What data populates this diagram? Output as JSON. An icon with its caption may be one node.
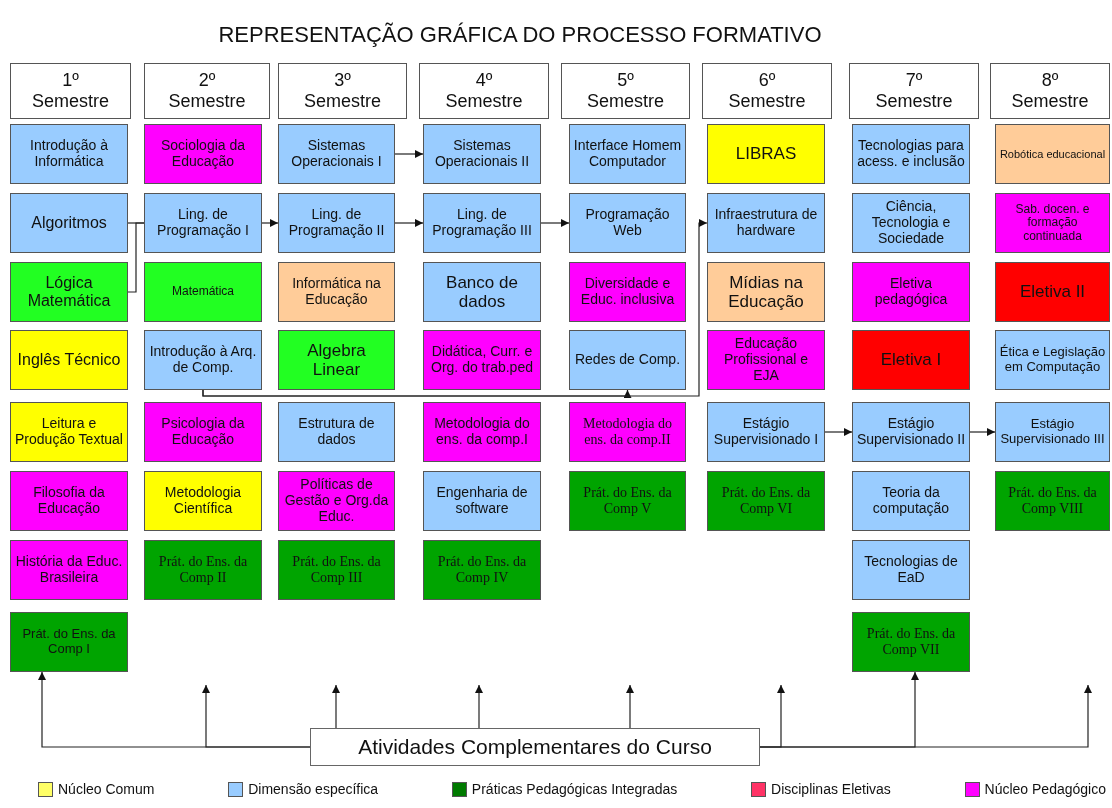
{
  "diagram": {
    "title": "REPRESENTAÇÃO GRÁFICA DO PROCESSO FORMATIVO",
    "nodes": [
      {
        "text": [
          "1º Semestre"
        ]
      },
      {
        "text": [
          "Introdução à Informática"
        ]
      },
      {
        "text": [
          "Algoritmos"
        ]
      },
      {
        "text": [
          "Lógica Matemática"
        ]
      },
      {
        "text": [
          "Inglês Técnico"
        ]
      },
      {
        "text": [
          "Leitura e Produção Textual"
        ]
      },
      {
        "text": [
          "Filosofia da Educação"
        ]
      },
      {
        "text": [
          "História da Educ. Brasileira"
        ]
      },
      {
        "text": [
          "Prát. do Ens. da Comp I"
        ]
      },
      {
        "text": [
          "2º Semestre"
        ]
      },
      {
        "text": [
          "Sociologia da Educação"
        ]
      },
      {
        "text": [
          "Ling. de Programação I"
        ]
      },
      {
        "text": [
          "Matemática"
        ]
      },
      {
        "text": [
          "Introdução à Arq. de Comp."
        ]
      },
      {
        "text": [
          "Psicologia da Educação"
        ]
      },
      {
        "text": [
          "Metodologia Científica"
        ]
      },
      {
        "text": [
          "Prát. do Ens. da Comp II"
        ]
      },
      {
        "text": [
          "3º Semestre"
        ]
      },
      {
        "text": [
          "Sistemas Operacionais I"
        ]
      },
      {
        "text": [
          "Ling. de Programação II"
        ]
      },
      {
        "text": [
          "Informática na Educação"
        ]
      },
      {
        "text": [
          "Algebra Linear"
        ]
      },
      {
        "text": [
          "Estrutura de dados"
        ]
      },
      {
        "text": [
          "Políticas de Gestão e Org.da Educ."
        ]
      },
      {
        "text": [
          "Prát. do Ens. da Comp III"
        ]
      },
      {
        "text": [
          "4º Semestre"
        ]
      },
      {
        "text": [
          "Sistemas Operacionais II"
        ]
      },
      {
        "text": [
          "Ling. de Programação III"
        ]
      },
      {
        "text": [
          "Banco de dados"
        ]
      },
      {
        "text": [
          "Didática, Curr. e Org. do trab.ped"
        ]
      },
      {
        "text": [
          "Metodologia do ens. da comp.I"
        ]
      },
      {
        "text": [
          "Engenharia de software"
        ]
      },
      {
        "text": [
          "Prát. do Ens. da Comp IV"
        ]
      },
      {
        "text": [
          "5º Semestre"
        ]
      },
      {
        "text": [
          "Interface Homem Computador"
        ]
      },
      {
        "text": [
          "Programação Web"
        ]
      },
      {
        "text": [
          "Diversidade e Educ. inclusiva"
        ]
      },
      {
        "text": [
          "Redes de Comp."
        ]
      },
      {
        "text": [
          "Metodologia do ens. da comp.II"
        ]
      },
      {
        "text": [
          "Prát. do Ens. da Comp V"
        ]
      },
      {
        "text": [
          "6º Semestre"
        ]
      },
      {
        "text": [
          "LIBRAS"
        ]
      },
      {
        "text": [
          "Infraestrutura de hardware"
        ]
      },
      {
        "text": [
          "Mídias na Educação"
        ]
      },
      {
        "text": [
          "Educação Profissional e EJA"
        ]
      },
      {
        "text": [
          "Estágio Supervisionado I"
        ]
      },
      {
        "text": [
          "Prát. do Ens. da Comp VI"
        ]
      },
      {
        "text": [
          "7º Semestre"
        ]
      },
      {
        "text": [
          "Tecnologias para acess. e inclusão"
        ]
      },
      {
        "text": [
          "Ciência, Tecnologia e Sociedade"
        ]
      },
      {
        "text": [
          "Eletiva pedagógica"
        ]
      },
      {
        "text": [
          "Eletiva I"
        ]
      },
      {
        "text": [
          "Estágio Supervisionado II"
        ]
      },
      {
        "text": [
          "Teoria da computação"
        ]
      },
      {
        "text": [
          "Tecnologias de EaD"
        ]
      },
      {
        "text": [
          "Prát. do Ens. da Comp VII"
        ]
      },
      {
        "text": [
          "8º Semestre"
        ]
      },
      {
        "text": [
          "Robótica educacional"
        ]
      },
      {
        "text": [
          "Sab. docen. e formação continuada"
        ]
      },
      {
        "text": [
          "Eletiva II"
        ]
      },
      {
        "text": [
          "Ética e Legislação em Computação"
        ]
      },
      {
        "text": [
          "Estágio Supervisionado III"
        ]
      },
      {
        "text": [
          "Prát. do Ens. da Comp VIII"
        ]
      },
      {
        "text": [
          "Atividades Complementares do Curso"
        ]
      }
    ],
    "edges": [
      {
        "from": 18,
        "to": 26,
        "arrow": "to"
      },
      {
        "from": 2,
        "to": 11,
        "arrow": "none"
      },
      {
        "from": 3,
        "to": 11,
        "arrow": "none"
      },
      {
        "from": 11,
        "to": 19,
        "arrow": "to"
      },
      {
        "from": 19,
        "to": 27,
        "arrow": "to"
      },
      {
        "from": 27,
        "to": 35,
        "arrow": "to"
      },
      {
        "from": 13,
        "to": 37,
        "arrow": "to"
      },
      {
        "from": 13,
        "to": 42,
        "arrow": "to"
      },
      {
        "from": 45,
        "to": 52,
        "arrow": "to"
      },
      {
        "from": 52,
        "to": 61,
        "arrow": "to"
      },
      {
        "from": 63,
        "to": 8,
        "arrow": "to"
      },
      {
        "from": 63,
        "to": null,
        "arrow": "to"
      },
      {
        "from": 63,
        "to": null,
        "arrow": "to"
      },
      {
        "from": 63,
        "to": null,
        "arrow": "to"
      },
      {
        "from": 63,
        "to": null,
        "arrow": "to"
      },
      {
        "from": 63,
        "to": null,
        "arrow": "to"
      },
      {
        "from": 63,
        "to": 55,
        "arrow": "to"
      },
      {
        "from": 63,
        "to": null,
        "arrow": "to"
      }
    ],
    "legend": [
      {
        "text": "Núcleo Comum",
        "color": "#ffff66"
      },
      {
        "text": "Dimensão específica",
        "color": "#99ccff"
      },
      {
        "text": "Práticas Pedagógicas Integradas",
        "color": "#007a00"
      },
      {
        "text": "Disciplinas Eletivas",
        "color": "#ff3366"
      },
      {
        "text": "Núcleo Pedagógico",
        "color": "#ff00ff"
      }
    ]
  }
}
